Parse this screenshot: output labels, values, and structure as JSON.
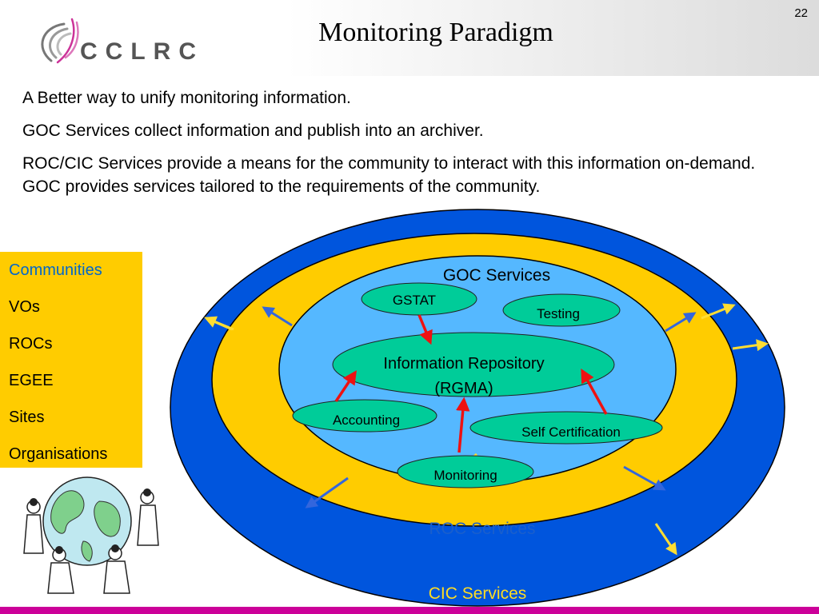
{
  "slide": {
    "number": "22",
    "title": "Monitoring Paradigm",
    "logo_text": "CCLRC"
  },
  "bullets": [
    "A Better way to unify monitoring information.",
    "GOC Services collect information and publish into an archiver.",
    "ROC/CIC Services provide a means for the community to interact with this information on-demand. GOC provides services tailored to the requirements of the community."
  ],
  "communities": {
    "heading": "Communities",
    "items": [
      "VOs",
      "ROCs",
      "EGEE",
      "Sites",
      "Organisations"
    ]
  },
  "diagram": {
    "outer_label": "CIC Services",
    "middle_label": "ROC Services",
    "inner_label": "GOC Services",
    "nodes": {
      "gstat": "GSTAT",
      "testing": "Testing",
      "repo_line1": "Information Repository",
      "repo_line2": "(RGMA)",
      "accounting": "Accounting",
      "self_cert": "Self Certification",
      "monitoring": "Monitoring"
    },
    "colors": {
      "outer": "#0055dd",
      "middle": "#ffcc00",
      "inner": "#55b8ff",
      "node": "#00cc99",
      "arrow_red": "#ee1111",
      "arrow_blue": "#3366dd",
      "arrow_yellow": "#ffdd33",
      "accent_bar": "#cc0099"
    }
  }
}
